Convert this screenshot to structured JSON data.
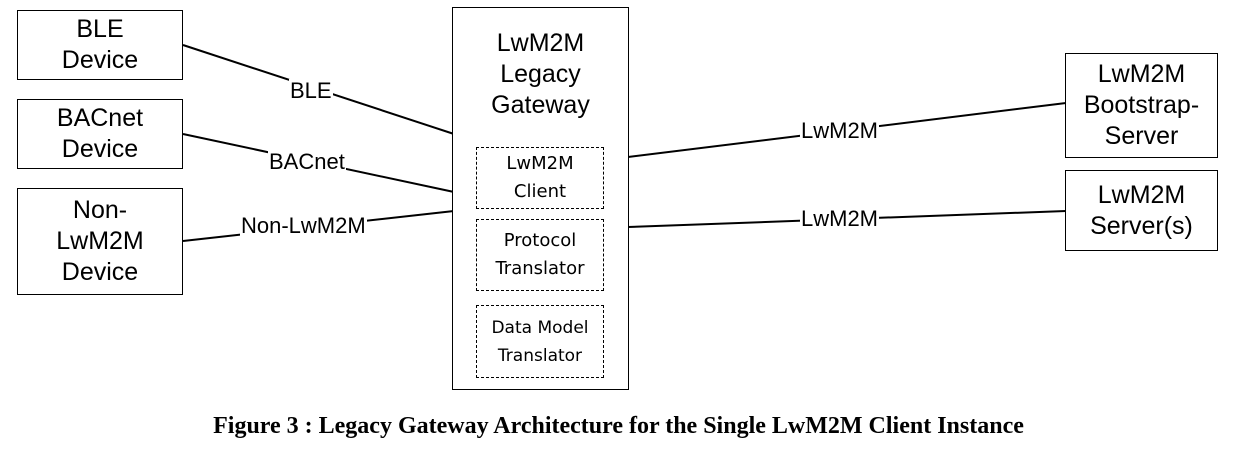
{
  "left_devices": [
    {
      "label": "BLE\nDevice"
    },
    {
      "label": "BACnet\nDevice"
    },
    {
      "label": "Non-\nLwM2M\nDevice"
    }
  ],
  "gateway": {
    "title": "LwM2M\nLegacy\nGateway",
    "components": [
      {
        "label": "LwM2M\nClient"
      },
      {
        "label": "Protocol\nTranslator"
      },
      {
        "label": "Data Model\nTranslator"
      }
    ]
  },
  "servers": [
    {
      "label": "LwM2M\nBootstrap-\nServer"
    },
    {
      "label": "LwM2M\nServer(s)"
    }
  ],
  "links": {
    "ble": "BLE",
    "bacnet": "BACnet",
    "non_lwm2m": "Non-LwM2M",
    "bootstrap": "LwM2M",
    "server": "LwM2M"
  },
  "caption": "Figure 3 : Legacy Gateway Architecture for the Single LwM2M Client Instance"
}
